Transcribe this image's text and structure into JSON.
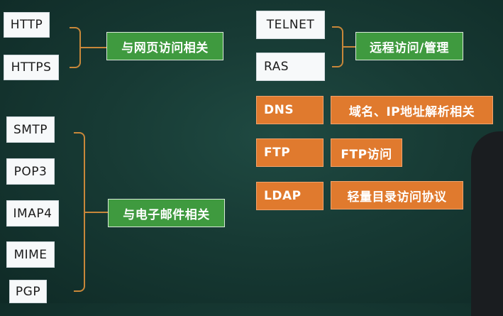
{
  "left_protocols": {
    "http": "HTTP",
    "https": "HTTPS",
    "smtp": "SMTP",
    "pop3": "POP3",
    "imap4": "IMAP4",
    "mime": "MIME",
    "pgp": "PGP"
  },
  "right_protocols": {
    "telnet": "TELNET",
    "ras": "RAS",
    "dns": "DNS",
    "ftp": "FTP",
    "ldap": "LDAP"
  },
  "categories": {
    "web": "与网页访问相关",
    "mail": "与电子邮件相关",
    "remote": "远程访问/管理",
    "dns_desc": "域名、IP地址解析相关",
    "ftp_desc": "FTP访问",
    "ldap_desc": "轻量目录访问协议"
  },
  "colors": {
    "background": "#173a34",
    "green_label": "#3f9a3f",
    "orange_label": "#e07a2e",
    "bracket": "#c8873a"
  }
}
